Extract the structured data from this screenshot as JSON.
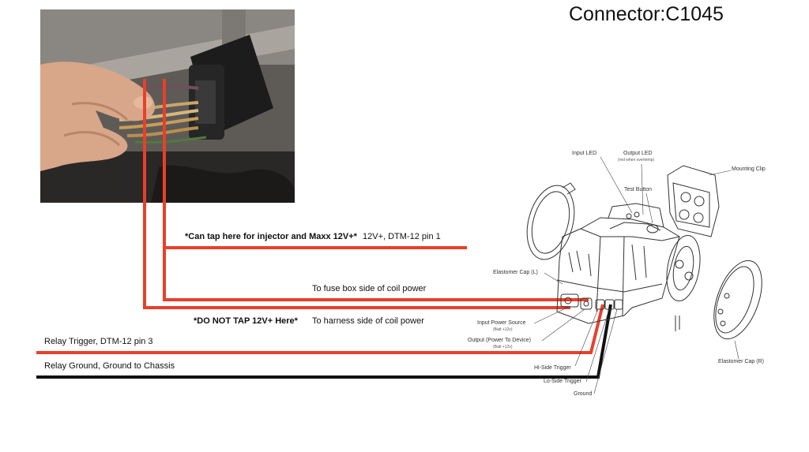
{
  "title": "Connector:C1045",
  "wire_labels": {
    "tap_here": "*Can tap here for injector and Maxx 12V+*",
    "dtm_pin1": "12V+, DTM-12 pin 1",
    "fuse_box": "To fuse box side of coil power",
    "do_not_tap": "*DO NOT TAP 12V+ Here*",
    "harness": "To harness side of coil power",
    "relay_trigger": "Relay Trigger, DTM-12 pin 3",
    "relay_ground": "Relay Ground, Ground to Chassis"
  },
  "relay_labels": {
    "input_led": "Input LED",
    "output_led": "Output LED",
    "output_led_note": "(red when overtemp)",
    "test_button": "Test Button",
    "mounting_clip": "Mounting Clip",
    "elastomer_cap_l": "Elastomer Cap (L)",
    "elastomer_cap_r": "Elastomer Cap (R)",
    "input_power_source": "Input Power Source",
    "input_power_note": "(Batt +12v)",
    "output_power": "Output (Power To Device)",
    "output_power_note": "(Batt +12v)",
    "hi_side_trigger": "Hi-Side Trigger",
    "lo_side_trigger": "Lo-Side Trigger",
    "ground": "Ground"
  },
  "icons": [
    "connector-photo",
    "relay-device-drawing",
    "elastomer-cap-left",
    "elastomer-cap-right",
    "mounting-clip"
  ],
  "colors": {
    "power_wire": "#e8402a",
    "ground_wire": "#111111",
    "line_art": "#333333"
  }
}
